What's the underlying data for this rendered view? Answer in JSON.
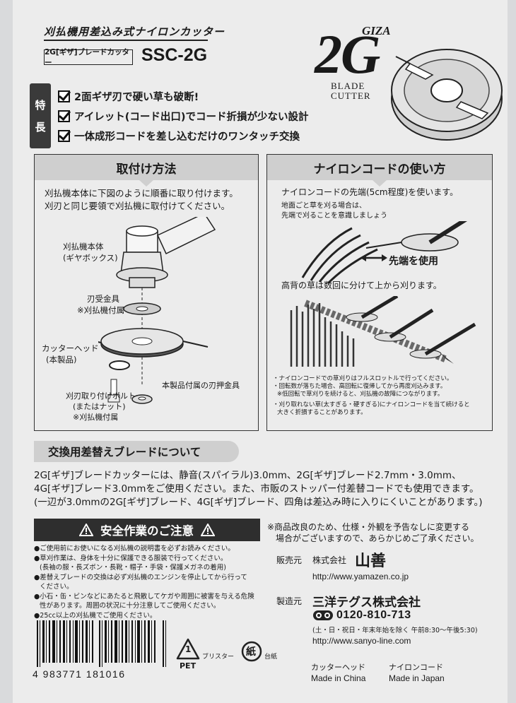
{
  "header": {
    "subtitle": "刈払機用差込み式ナイロンカッター",
    "model_label": "2G[ギザ]ブレードカッター",
    "model_code": "SSC-2G",
    "logo_main": "2G",
    "logo_giza": "GIZA",
    "logo_blade": "BLADE",
    "logo_cutter": "CUTTER"
  },
  "features": {
    "tag_1": "特",
    "tag_2": "長",
    "items": [
      "2面ギザ刃で硬い草も破断!",
      "アイレット(コード出口)でコード折損が少ない設計",
      "一体成形コードを差し込むだけのワンタッチ交換"
    ]
  },
  "install": {
    "title": "取付け方法",
    "intro_1": "刈払機本体に下図のように順番に取り付けます。",
    "intro_2": "刈刃と同じ要領で刈払機に取付けてください。",
    "label_body_1": "刈払機本体",
    "label_body_2": "(ギヤボックス)",
    "label_receiver_1": "刃受金具",
    "label_receiver_2": "※刈払機付属",
    "label_head_1": "カッターヘッド",
    "label_head_2": "(本製品)",
    "label_presser": "本製品付属の刃押金具",
    "label_bolt_1": "刈刃取り付けボルト",
    "label_bolt_2": "(またはナット)",
    "label_bolt_3": "※刈払機付属"
  },
  "usage": {
    "title": "ナイロンコードの使い方",
    "line_1": "ナイロンコードの先端(5cm程度)を使います。",
    "note_1a": "地面ごと草を刈る場合は、",
    "note_1b": "先端で刈ることを意識しましょう",
    "tip_label": "先端を使用",
    "line_2": "高背の草は数回に分けて上から刈ります。",
    "warn_1a": "・ナイロンコードでの草刈りはフルスロットルで行ってください。",
    "warn_1b": "・回転数が落ちた場合、高回転に復帰してから再度刈込みます。",
    "warn_1c": "※低回転で草刈りを続けると、刈払機の故障につながります。",
    "warn_2a": "・刈り取れない草(太すぎる・硬すぎる)にナイロンコードを当て続けると",
    "warn_2b": "大きく折損することがあります。"
  },
  "exchange": {
    "title": "交換用差替えブレードについて",
    "line_1": "2G[ギザ]ブレードカッターには、静音(スパイラル)3.0mm、2G[ギザ]ブレード2.7mm・3.0mm、",
    "line_2": "4G[ギザ]ブレード3.0mmをご使用ください。また、市販のストッパー付差替コードでも使用できます。",
    "line_3": "(一辺が3.0mmの2G[ギザ]ブレード、4G[ギザ]ブレード、四角は差込み時に入りにくいことがあります。)"
  },
  "safety": {
    "title": "安全作業のご注意",
    "items": [
      "●ご使用前にお使いになる刈払機の説明書を必ずお読みください。",
      "●草刈作業は、身体を十分に保護できる服装で行ってください。",
      "(長袖の服・長ズボン・長靴・帽子・手袋・保護メガネの着用)",
      "●差替えブレードの交換は必ず刈払機のエンジンを停止してから行って",
      "ください。",
      "●小石・缶・ビンなどにあたると飛散してケガや周囲に被害を与える危険",
      "性があります。周囲の状況に十分注意してご使用ください。",
      "●25cc以上の刈払機でご使用ください。"
    ]
  },
  "notice": {
    "line_1": "※商品改良のため、仕様・外観を予告なしに変更する",
    "line_2": "場合がございますので、あらかじめご了承ください。"
  },
  "vendor": {
    "seller_label": "販売元",
    "seller_prefix": "株式会社",
    "seller_name": "山善",
    "seller_url": "http://www.yamazen.co.jp",
    "maker_label": "製造元",
    "maker_name": "三洋テグス株式会社",
    "phone": "0120-810-713",
    "hours": "(土・日・祝日・年末年始を除く 午前8:30〜午後5:30)",
    "maker_url": "http://www.sanyo-line.com"
  },
  "recycle": {
    "pet_number": "1",
    "pet_label": "PET",
    "blister": "ブリスター",
    "paper_mark": "紙",
    "paper_label": "台紙"
  },
  "origin": {
    "head_label": "カッターヘッド",
    "head_origin": "Made in China",
    "cord_label": "ナイロンコード",
    "cord_origin": "Made in Japan"
  },
  "barcode": {
    "number": "4 983771 181016"
  }
}
